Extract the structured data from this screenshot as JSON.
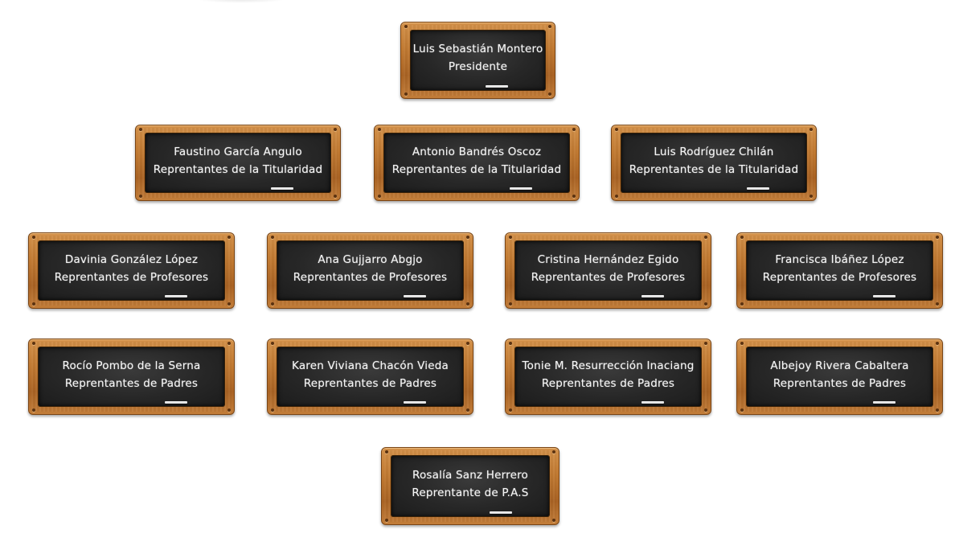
{
  "members": [
    {
      "name": "Luis Sebastián Montero",
      "role": "Presidente"
    },
    {
      "name": "Faustino García Angulo",
      "role": "Reprentantes de la Titularidad"
    },
    {
      "name": "Antonio Bandrés Oscoz",
      "role": "Reprentantes de la Titularidad"
    },
    {
      "name": "Luis Rodríguez Chilán",
      "role": "Reprentantes de la Titularidad"
    },
    {
      "name": "Davinia González López",
      "role": "Reprentantes de Profesores"
    },
    {
      "name": "Ana Gujjarro Abgjo",
      "role": "Reprentantes de Profesores"
    },
    {
      "name": "Cristina Hernández Egido",
      "role": "Reprentantes de Profesores"
    },
    {
      "name": "Francisca Ibáñez López",
      "role": "Reprentantes de Profesores"
    },
    {
      "name": "Rocío Pombo de la Serna",
      "role": "Reprentantes de Padres"
    },
    {
      "name": "Karen Viviana Chacón Vieda",
      "role": "Reprentantes de Padres"
    },
    {
      "name": "Tonie M. Resurrección Inaciang",
      "role": "Reprentantes de Padres"
    },
    {
      "name": "Albejoy Rivera Cabaltera",
      "role": "Reprentantes de Padres"
    },
    {
      "name": "Rosalía Sanz Herrero",
      "role": "Reprentante de P.A.S"
    }
  ]
}
